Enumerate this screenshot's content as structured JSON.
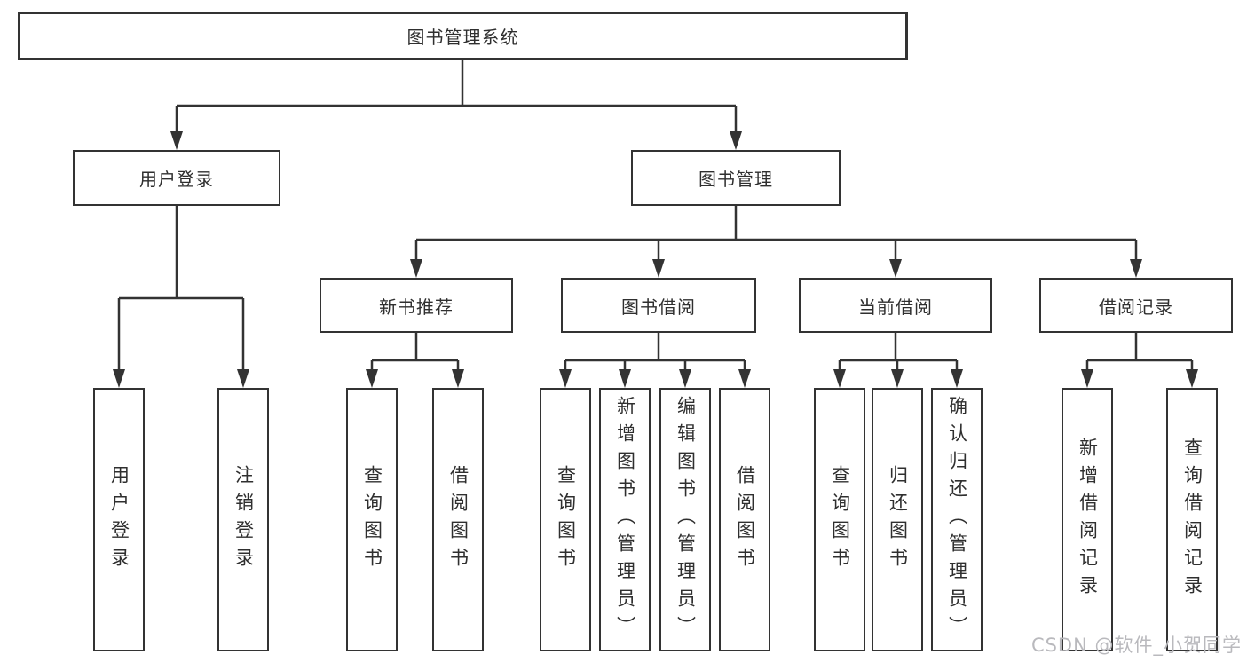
{
  "diagram": {
    "title_node": {
      "label": "图书管理系统"
    },
    "branches": [
      {
        "label": "用户登录"
      },
      {
        "label": "图书管理"
      }
    ],
    "modules": [
      {
        "label": "新书推荐"
      },
      {
        "label": "图书借阅"
      },
      {
        "label": "当前借阅"
      },
      {
        "label": "借阅记录"
      }
    ],
    "leaves": [
      {
        "label": "用户登录"
      },
      {
        "label": "注销登录"
      },
      {
        "label": "查询图书"
      },
      {
        "label": "借阅图书"
      },
      {
        "label": "查询图书"
      },
      {
        "label": "新增图书（管理员）"
      },
      {
        "label": "编辑图书（管理员）"
      },
      {
        "label": "借阅图书"
      },
      {
        "label": "查询图书"
      },
      {
        "label": "归还图书"
      },
      {
        "label": "确认归还（管理员）"
      },
      {
        "label": "新增借阅记录"
      },
      {
        "label": "查询借阅记录"
      }
    ]
  },
  "watermark": {
    "text": "CSDN @软件_小贺同学"
  },
  "colors": {
    "line": "#333333",
    "text": "#2f2f2f",
    "box_background": "#ffffff",
    "page_background": "#ffffff",
    "watermark": "#b9b9bd"
  }
}
